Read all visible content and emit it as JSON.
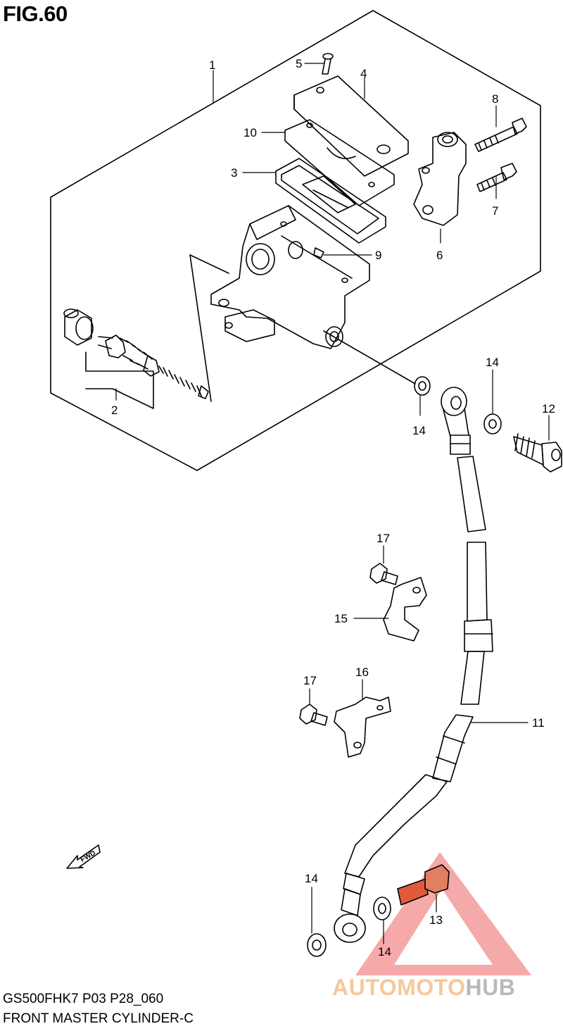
{
  "figure": {
    "title": "FIG.60"
  },
  "footer": {
    "code": "GS500FHK7 P03 P28_060",
    "name": "FRONT MASTER CYLINDER-C"
  },
  "callouts": [
    "1",
    "2",
    "3",
    "4",
    "5",
    "6",
    "7",
    "8",
    "9",
    "10",
    "11",
    "12",
    "13",
    "14",
    "14",
    "14",
    "14",
    "15",
    "16",
    "17",
    "17"
  ],
  "fwd_label": "FWD",
  "watermark": {
    "part1": "AUTOMOTO",
    "part2": "HUB",
    "color1": "#f6c89a",
    "color2": "#b9b9b9",
    "triangle": "#f08080"
  },
  "colors": {
    "line": "#000000",
    "background": "#ffffff"
  }
}
